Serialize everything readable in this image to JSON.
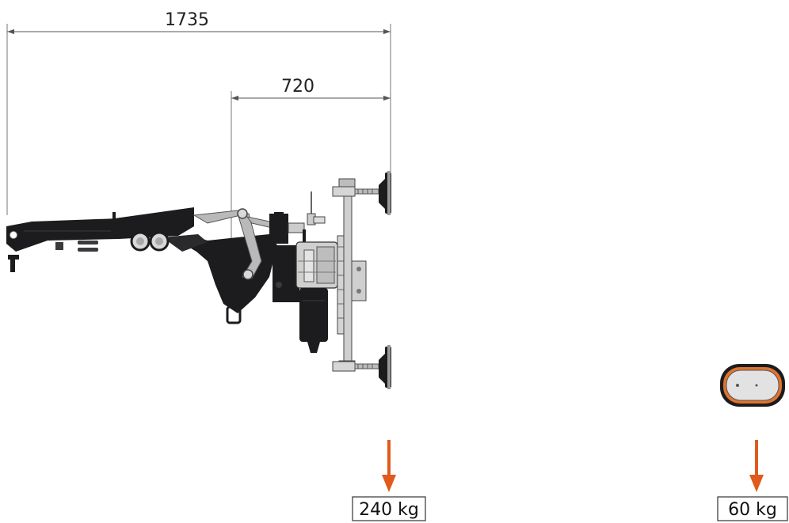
{
  "dimensions": {
    "overall": "1735",
    "reach": "720"
  },
  "loads": {
    "left": "240 kg",
    "right": "60 kg"
  },
  "colors": {
    "arrow": "#e05a1c",
    "frame": "#1c1c1e",
    "steel": "#b9b9b9",
    "pad_orange": "#e0732e",
    "dimension_line": "#666666"
  }
}
